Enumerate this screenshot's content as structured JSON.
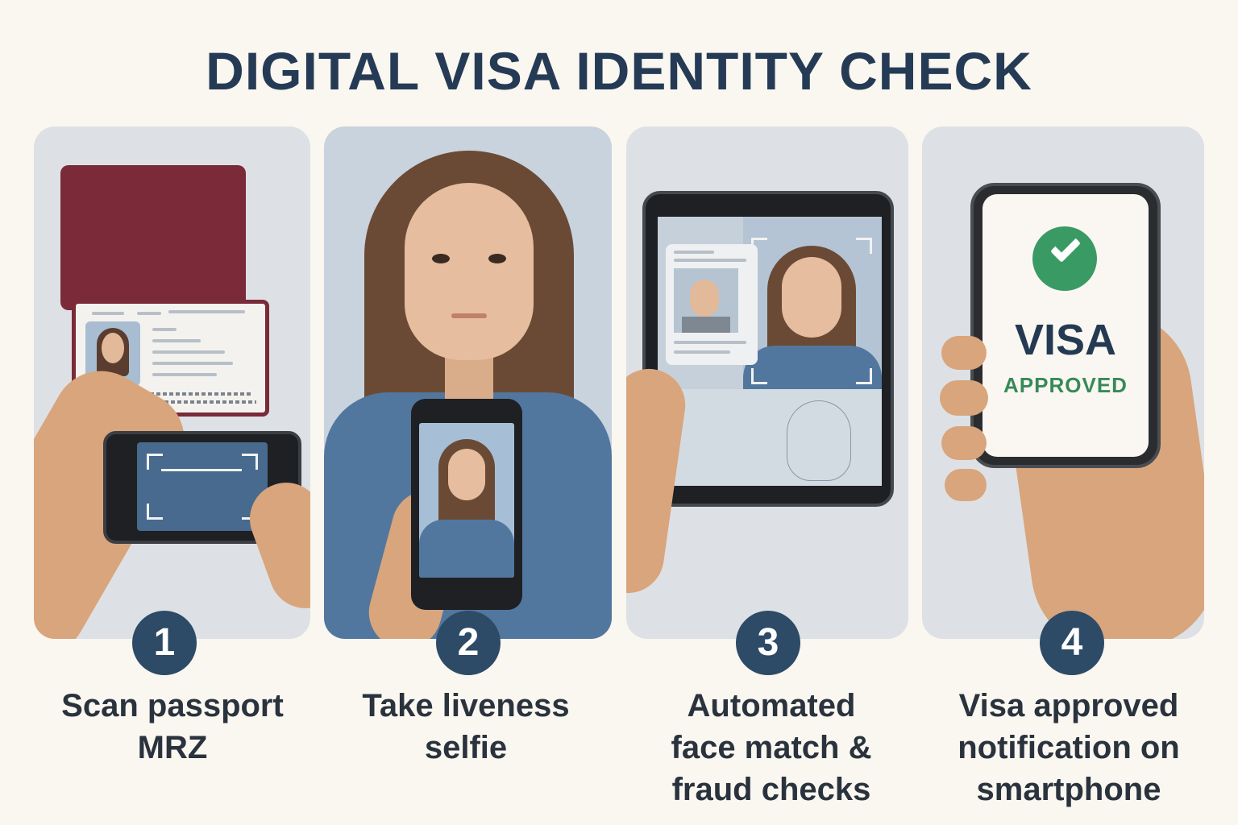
{
  "title": "DIGITAL VISA IDENTITY CHECK",
  "colors": {
    "background": "#faf6f0",
    "title": "#253b55",
    "step_badge": "#2d4a66",
    "caption": "#2a333d",
    "approved_green": "#3a9a63",
    "passport_cover": "#7a2a38"
  },
  "steps": [
    {
      "number": "1",
      "caption_line1": "Scan passport",
      "caption_line2": "MRZ",
      "caption_line3": "",
      "illustration": "hand-holding-passport-and-phone-scanner"
    },
    {
      "number": "2",
      "caption_line1": "Take liveness",
      "caption_line2": "selfie",
      "caption_line3": "",
      "illustration": "woman-taking-selfie-with-phone"
    },
    {
      "number": "3",
      "caption_line1": "Automated",
      "caption_line2": "face match &",
      "caption_line3": "fraud checks",
      "illustration": "tablet-face-match-with-id-card"
    },
    {
      "number": "4",
      "caption_line1": "Visa approved",
      "caption_line2": "notification on",
      "caption_line3": "smartphone",
      "illustration": "hand-holding-phone-approved"
    }
  ],
  "phone_screen": {
    "icon": "check-circle-icon",
    "headline": "VISA",
    "status": "APPROVED"
  }
}
